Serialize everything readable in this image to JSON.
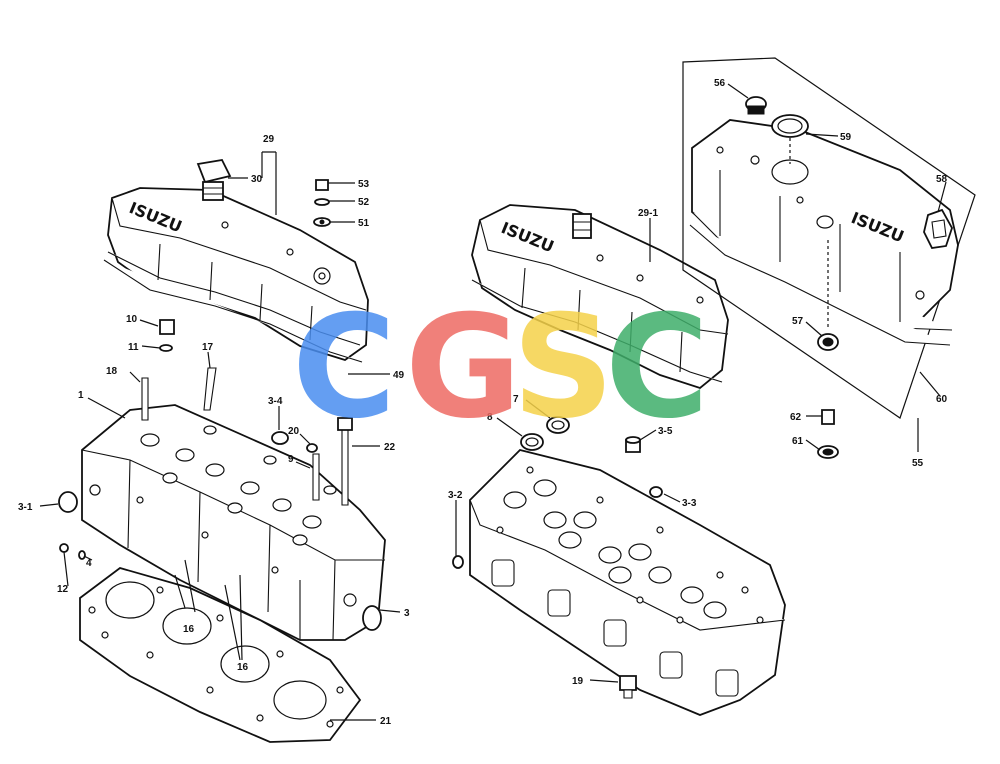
{
  "watermark": {
    "letters": [
      {
        "text": "C",
        "color": "#4a8ef0"
      },
      {
        "text": "G",
        "color": "#ee6b63"
      },
      {
        "text": "S",
        "color": "#f5d24a"
      },
      {
        "text": "C",
        "color": "#3fae6a"
      }
    ]
  },
  "cover_logo": "ISUZU",
  "labels": {
    "l1": "1",
    "l3": "3",
    "l3_1": "3-1",
    "l3_2": "3-2",
    "l3_3": "3-3",
    "l3_4": "3-4",
    "l3_5": "3-5",
    "l4": "4",
    "l7": "7",
    "l8": "8",
    "l9": "9",
    "l10": "10",
    "l11": "11",
    "l12": "12",
    "l16a": "16",
    "l16b": "16",
    "l17": "17",
    "l18": "18",
    "l19": "19",
    "l20": "20",
    "l21": "21",
    "l22": "22",
    "l29": "29",
    "l29_1": "29-1",
    "l30": "30",
    "l49": "49",
    "l51": "51",
    "l52": "52",
    "l53": "53",
    "l55": "55",
    "l56": "56",
    "l57": "57",
    "l58": "58",
    "l59": "59",
    "l60": "60",
    "l61": "61",
    "l62": "62"
  }
}
